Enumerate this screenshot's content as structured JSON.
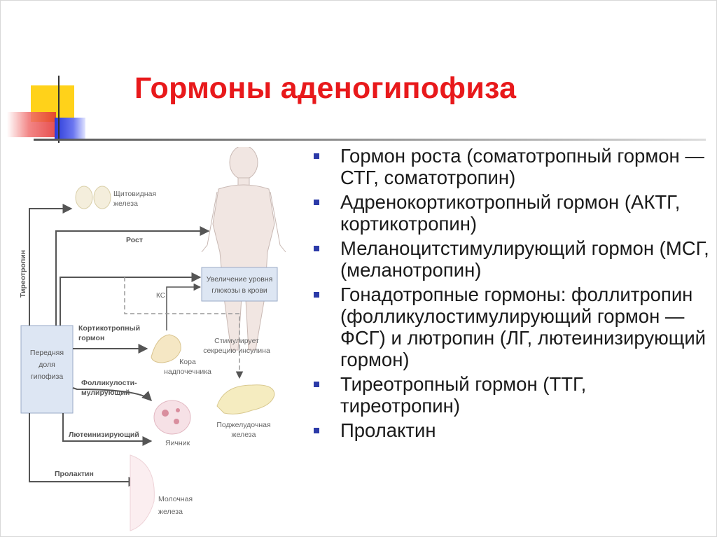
{
  "title": "Гормоны аденогипофиза",
  "bullets": [
    "Гормон роста (соматотропный гормон — СТГ, соматотропин)",
    "Адренокортикотропный гормон (АКТГ, кортикотропин)",
    "Меланоцитстимулирующий гормон (МСГ, (меланотропин)",
    "Гонадотропные гормоны: фоллитропин (фолликулостимулирующий гормон — ФСГ) и лютропин (ЛГ, лютеинизирующий гормон)",
    "Тиреотропный гормон (ТТГ, тиреотропин)",
    "Пролактин"
  ],
  "diagram": {
    "pituitary": [
      "Передняя",
      "доля",
      "гипофиза"
    ],
    "thyroid": [
      "Щитовидная",
      "железа"
    ],
    "tsh": "Тиреотропин",
    "growth": "Рост",
    "glucose": [
      "Увеличение уровня",
      "глюкозы в крови"
    ],
    "ks": "КС",
    "acth": [
      "Кортикотропный",
      "гормон"
    ],
    "adrenal": [
      "Кора",
      "надпочечника"
    ],
    "insulin": [
      "Стимулирует",
      "секрецию инсулина"
    ],
    "fsh": [
      "Фолликулости-",
      "мулирующий"
    ],
    "lh": "Лютеинизирующий",
    "ovary": "Яичник",
    "pancreas": [
      "Поджелудочная",
      "железа"
    ],
    "prolactin": "Пролактин",
    "mammary": [
      "Молочная",
      "железа"
    ]
  },
  "colors": {
    "title": "#e8191b",
    "bullet_marker": "#2b3aa8",
    "accent_yellow": "#ffd21a",
    "accent_blue": "#2a3ad8"
  }
}
